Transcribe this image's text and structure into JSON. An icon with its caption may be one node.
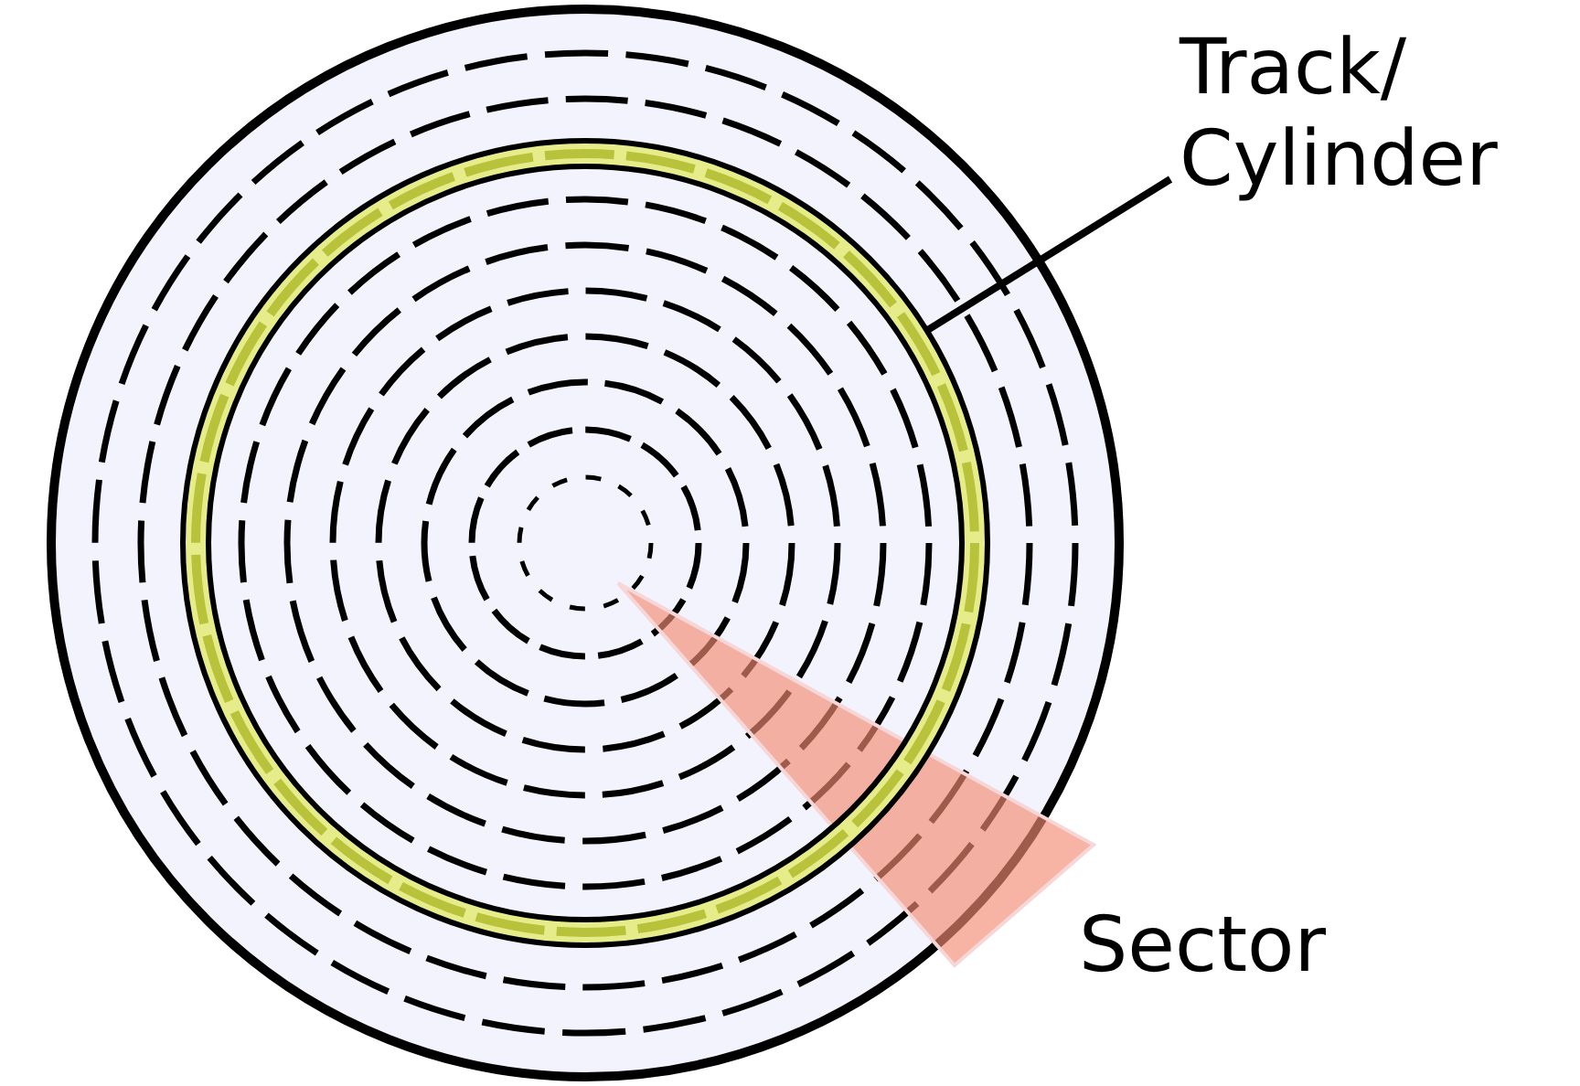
{
  "diagram": {
    "nodes": [
      {
        "text": [
          "Track/ Cylinder"
        ]
      },
      {
        "text": [],
        "shape": "circle"
      }
    ],
    "edges": [
      {
        "from": 0,
        "to": 1,
        "arrow": "none"
      }
    ],
    "labels": [
      "Sector"
    ]
  }
}
